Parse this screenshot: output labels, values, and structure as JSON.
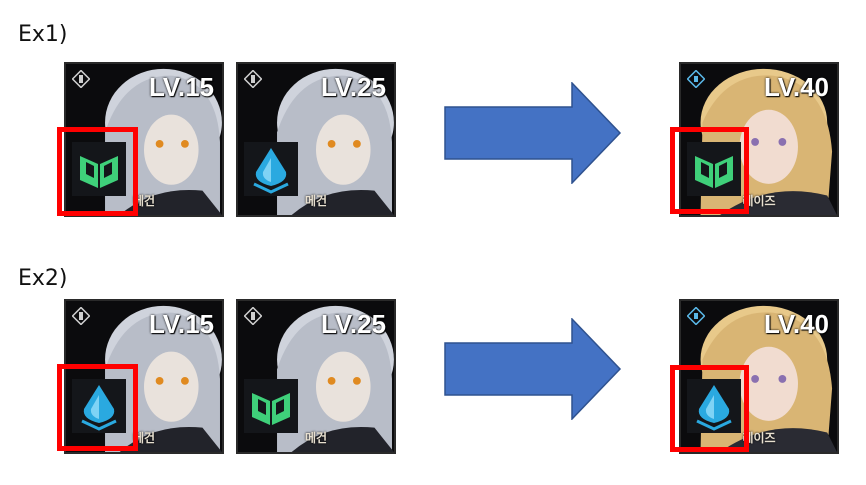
{
  "examples": [
    {
      "label": "Ex1)",
      "cards": [
        {
          "level": "LV.15",
          "name": "메건",
          "hair": "silver",
          "element": "green-leaf",
          "highlighted": true
        },
        {
          "level": "LV.25",
          "name": "메건",
          "hair": "silver",
          "element": "blue-drop",
          "highlighted": false
        },
        {
          "level": "LV.40",
          "name": "레이즈",
          "hair": "blonde",
          "element": "green-leaf",
          "highlighted": true
        }
      ]
    },
    {
      "label": "Ex2)",
      "cards": [
        {
          "level": "LV.15",
          "name": "메건",
          "hair": "silver",
          "element": "blue-drop",
          "highlighted": true
        },
        {
          "level": "LV.25",
          "name": "메건",
          "hair": "silver",
          "element": "green-leaf",
          "highlighted": false
        },
        {
          "level": "LV.40",
          "name": "레이즈",
          "hair": "blonde",
          "element": "blue-drop",
          "highlighted": true
        }
      ]
    }
  ],
  "colors": {
    "arrow": "#4472c4",
    "highlight": "#ff0000",
    "green_element": "#3fd07a",
    "blue_element": "#2aa9e0"
  }
}
